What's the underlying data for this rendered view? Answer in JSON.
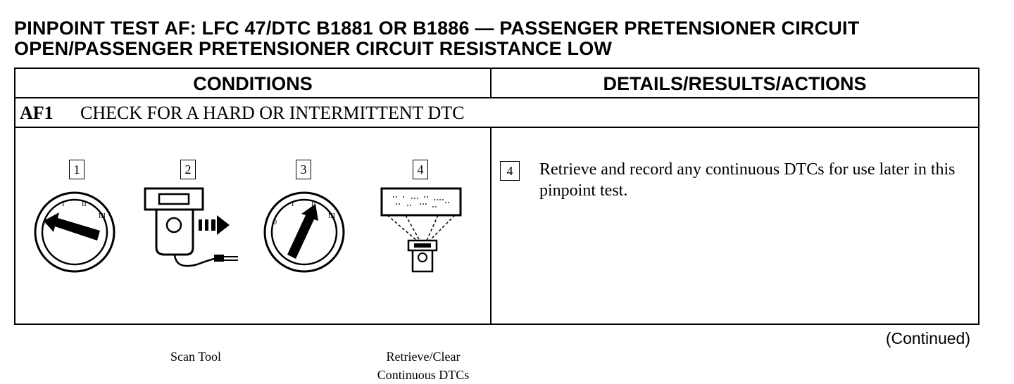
{
  "title": {
    "line1": "PINPOINT TEST AF: LFC 47/DTC B1881 OR B1886 — PASSENGER PRETENSIONER CIRCUIT",
    "line2": "OPEN/PASSENGER PRETENSIONER CIRCUIT RESISTANCE LOW"
  },
  "table": {
    "headers": [
      "CONDITIONS",
      "DETAILS/RESULTS/ACTIONS"
    ],
    "step": {
      "code": "AF1",
      "title": "CHECK FOR A HARD OR INTERMITTENT DTC"
    },
    "figures": [
      {
        "number": "1",
        "icon": "ignition-switch-off-icon",
        "caption": ""
      },
      {
        "number": "2",
        "icon": "scan-tool-connect-icon",
        "caption": "Scan Tool"
      },
      {
        "number": "3",
        "icon": "ignition-switch-run-icon",
        "caption": ""
      },
      {
        "number": "4",
        "icon": "retrieve-dtc-icon",
        "caption_line1": "Retrieve/Clear",
        "caption_line2": "Continuous DTCs"
      }
    ],
    "detail": {
      "number": "4",
      "text": "Retrieve and record any continuous DTCs for use later in this pinpoint test."
    }
  },
  "footer": {
    "continued": "(Continued)"
  }
}
